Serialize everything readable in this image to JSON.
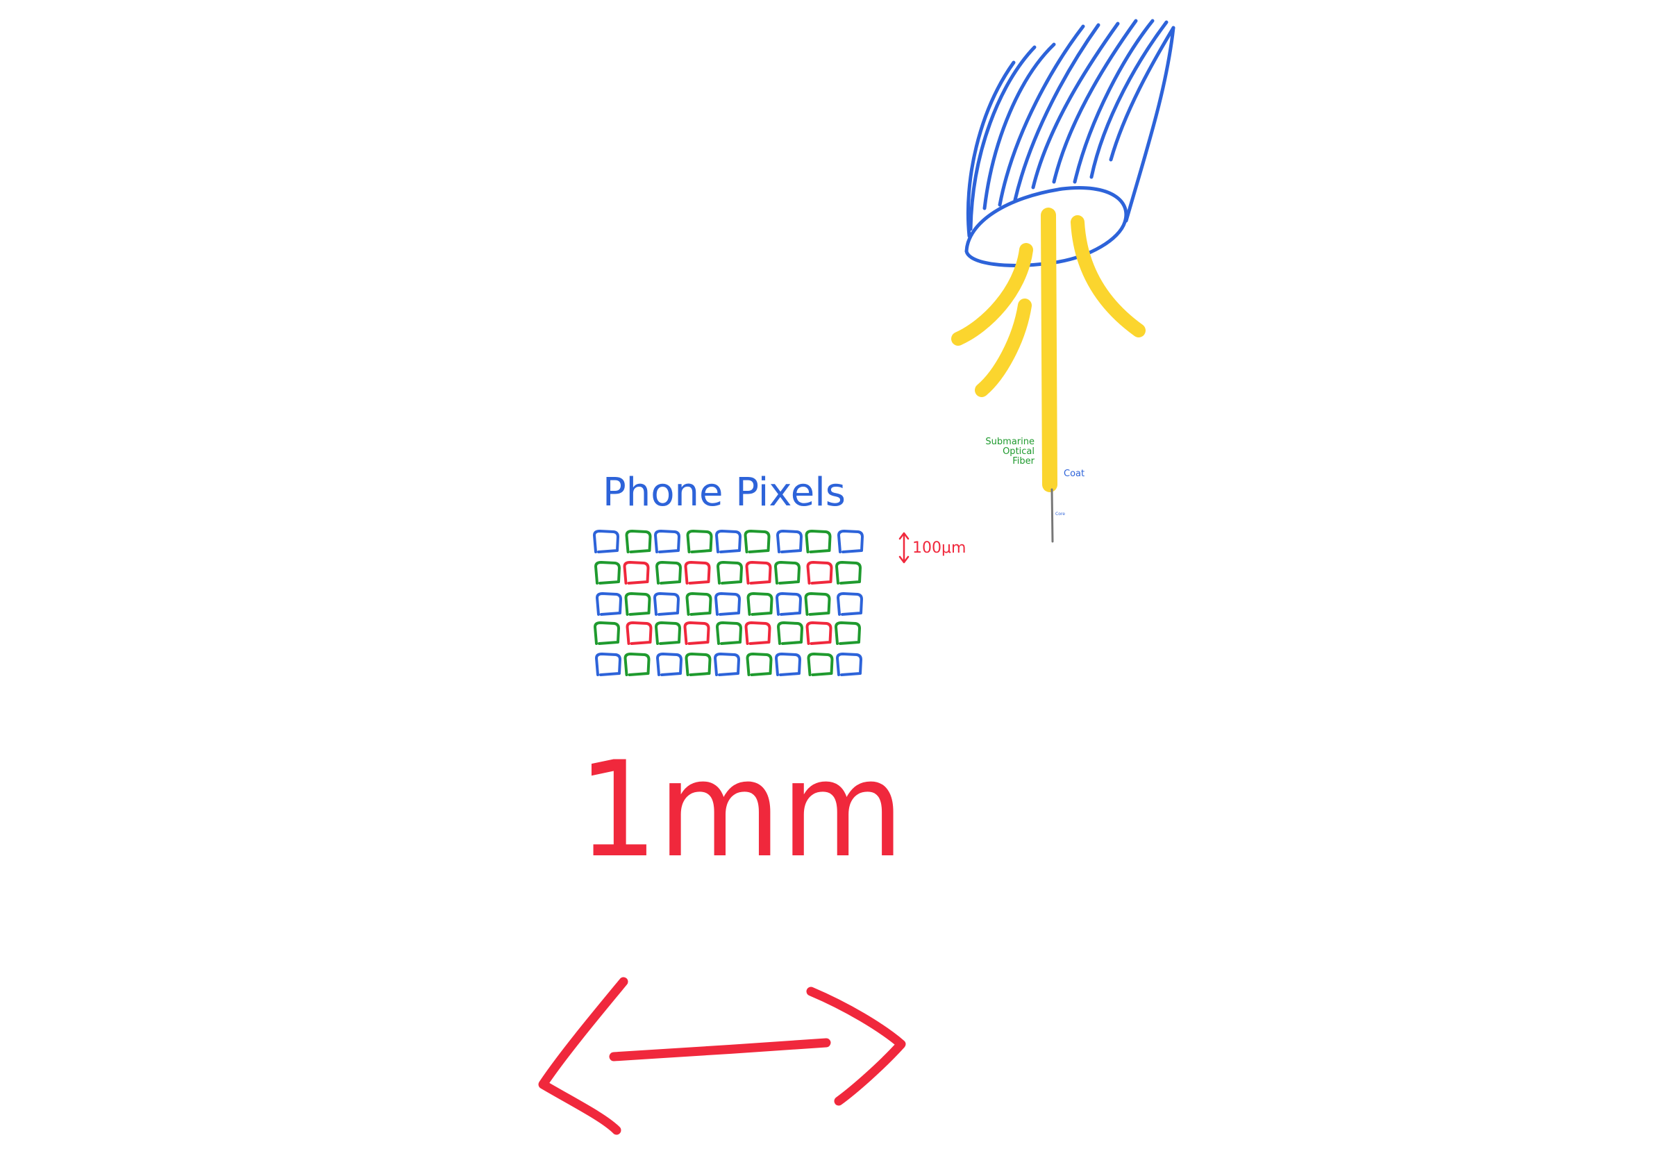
{
  "colors": {
    "background": "#ffffff",
    "blue": "#2d63d9",
    "green": "#1f9a2e",
    "red": "#f0283c",
    "yellow": "#fbd52e",
    "gray": "#777777"
  },
  "fiber": {
    "label_lines": [
      "Submarine",
      "Optical",
      "Fiber"
    ],
    "coat_label": "Coat",
    "core_label": "Core"
  },
  "pixels": {
    "title": "Phone Pixels",
    "scale_label": "100μm",
    "grid": [
      [
        "blue",
        "green",
        "blue",
        "green",
        "blue",
        "green",
        "blue",
        "green",
        "blue"
      ],
      [
        "green",
        "red",
        "green",
        "red",
        "green",
        "red",
        "green",
        "red",
        "green"
      ],
      [
        "blue",
        "green",
        "blue",
        "green",
        "blue",
        "green",
        "blue",
        "green",
        "blue"
      ],
      [
        "green",
        "red",
        "green",
        "red",
        "green",
        "red",
        "green",
        "red",
        "green"
      ],
      [
        "blue",
        "green",
        "blue",
        "green",
        "blue",
        "green",
        "blue",
        "green",
        "blue"
      ]
    ]
  },
  "scale": {
    "label": "1mm"
  },
  "icons": {
    "fiber_bundle": "fiber-bundle-icon",
    "scale_arrow": "double-arrow-icon"
  }
}
